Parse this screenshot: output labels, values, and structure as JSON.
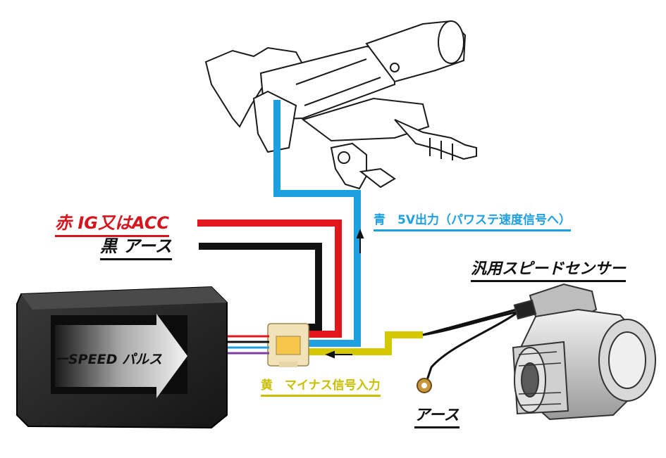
{
  "labels": {
    "red_wire": "赤 IG又はACC",
    "black_wire": "黒 アース",
    "blue_wire": "青　5V出力（パワステ速度信号へ）",
    "yellow_wire": "黄　マイナス信号入力",
    "sensor": "汎用スピードセンサー",
    "sensor_ground": "アース",
    "device": "ーSPEED パルス"
  },
  "colors": {
    "red": "#e3161e",
    "black": "#111111",
    "blue": "#1ea0e0",
    "yellow": "#d4c800",
    "device_body": "#1f1f1f"
  },
  "icons": {
    "steering_column": "steering-column-drawing",
    "speed_sensor": "speed-sensor-drawing",
    "ground_terminal": "ring-terminal"
  }
}
